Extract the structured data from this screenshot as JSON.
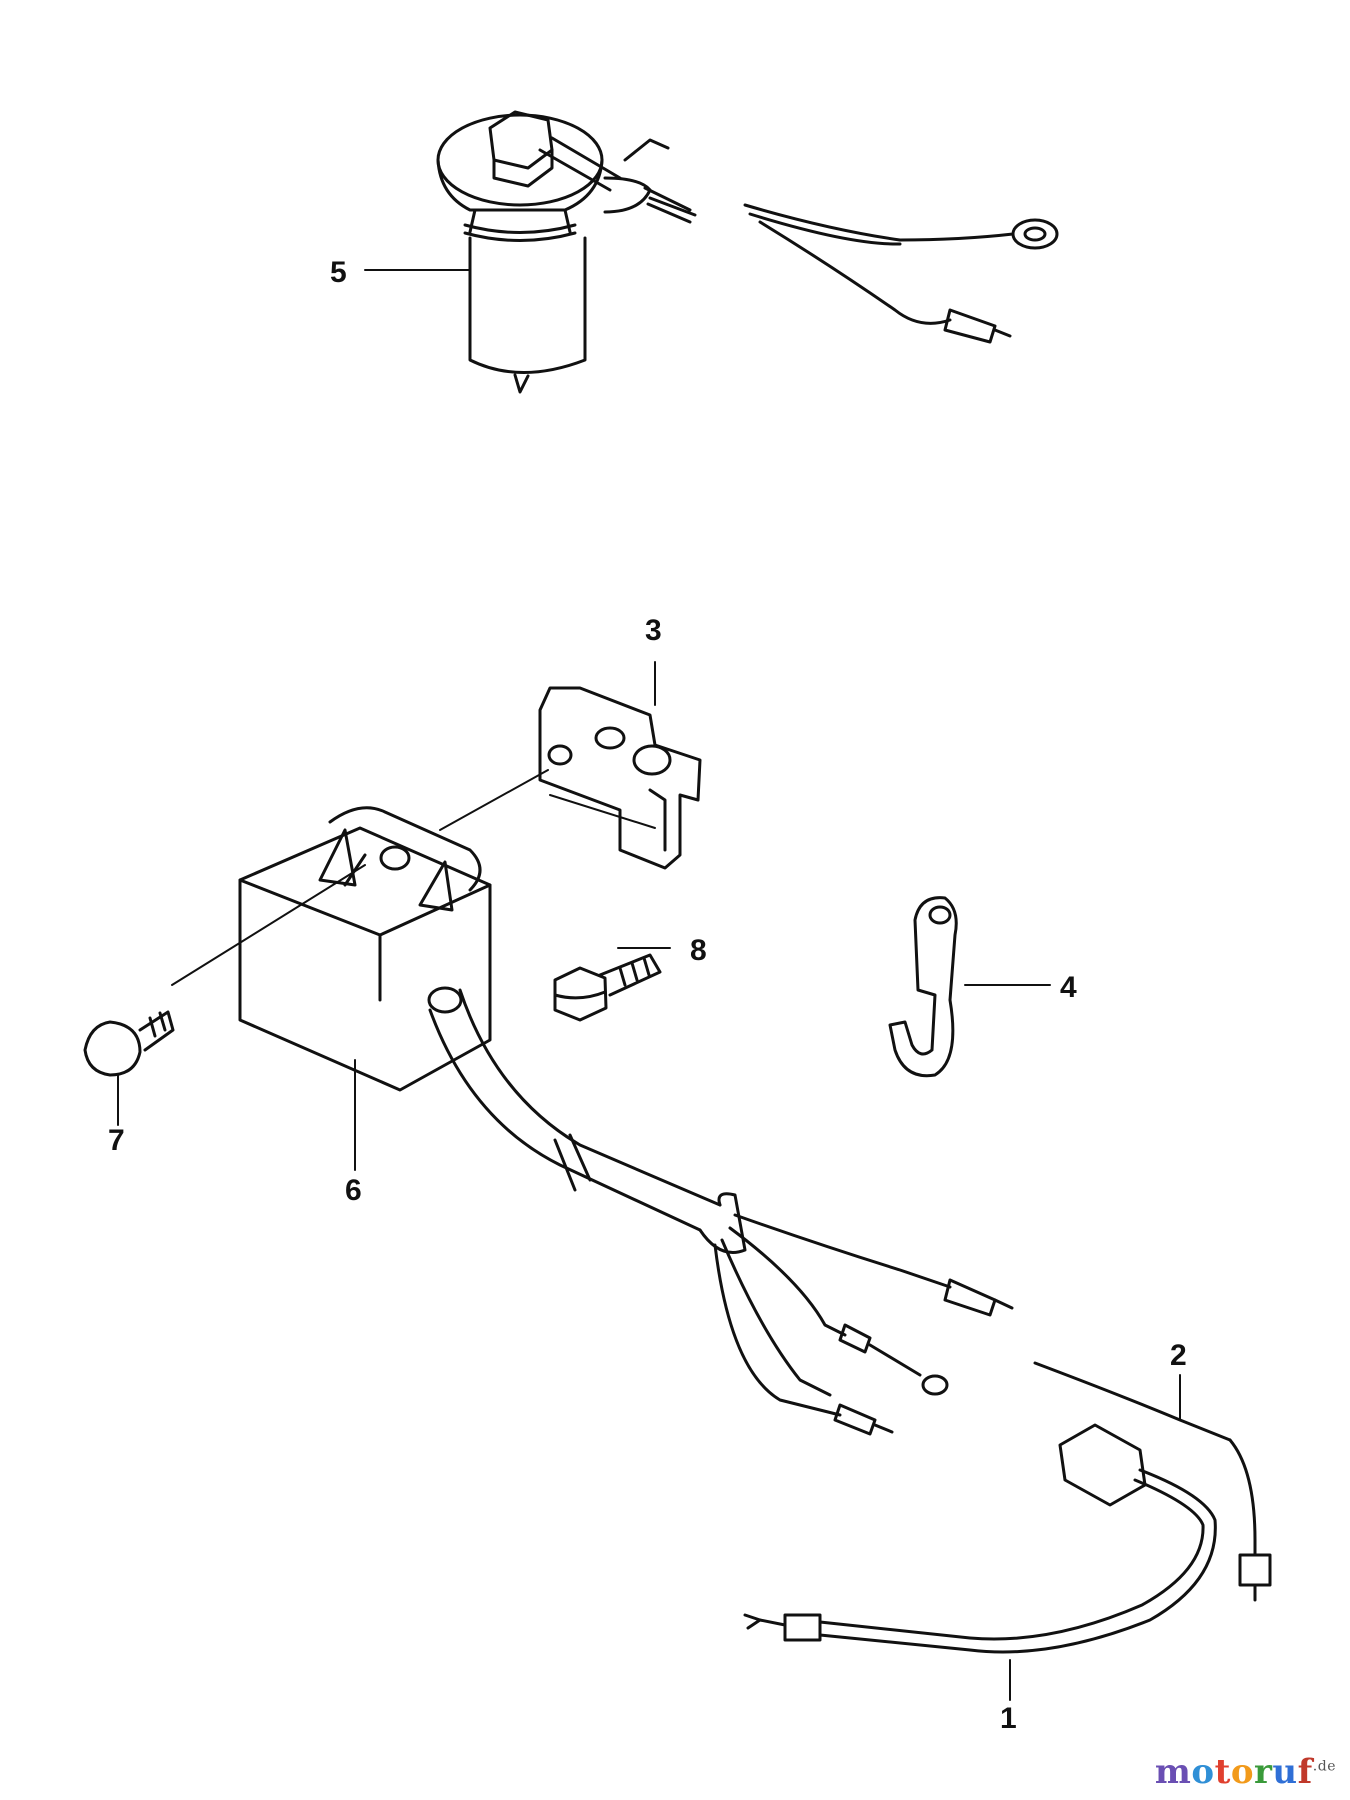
{
  "callouts": [
    {
      "id": "1",
      "text": "1"
    },
    {
      "id": "2",
      "text": "2"
    },
    {
      "id": "3",
      "text": "3"
    },
    {
      "id": "4",
      "text": "4"
    },
    {
      "id": "5",
      "text": "5"
    },
    {
      "id": "6",
      "text": "6"
    },
    {
      "id": "7",
      "text": "7"
    },
    {
      "id": "8",
      "text": "8"
    }
  ],
  "watermark": {
    "brand": "motoruf",
    "suffix": ".de",
    "letter_colors": [
      "#6a4fb3",
      "#2f8fd6",
      "#e0402f",
      "#f29a1a",
      "#3a9a3a",
      "#2f6fd6",
      "#c0392b"
    ]
  }
}
